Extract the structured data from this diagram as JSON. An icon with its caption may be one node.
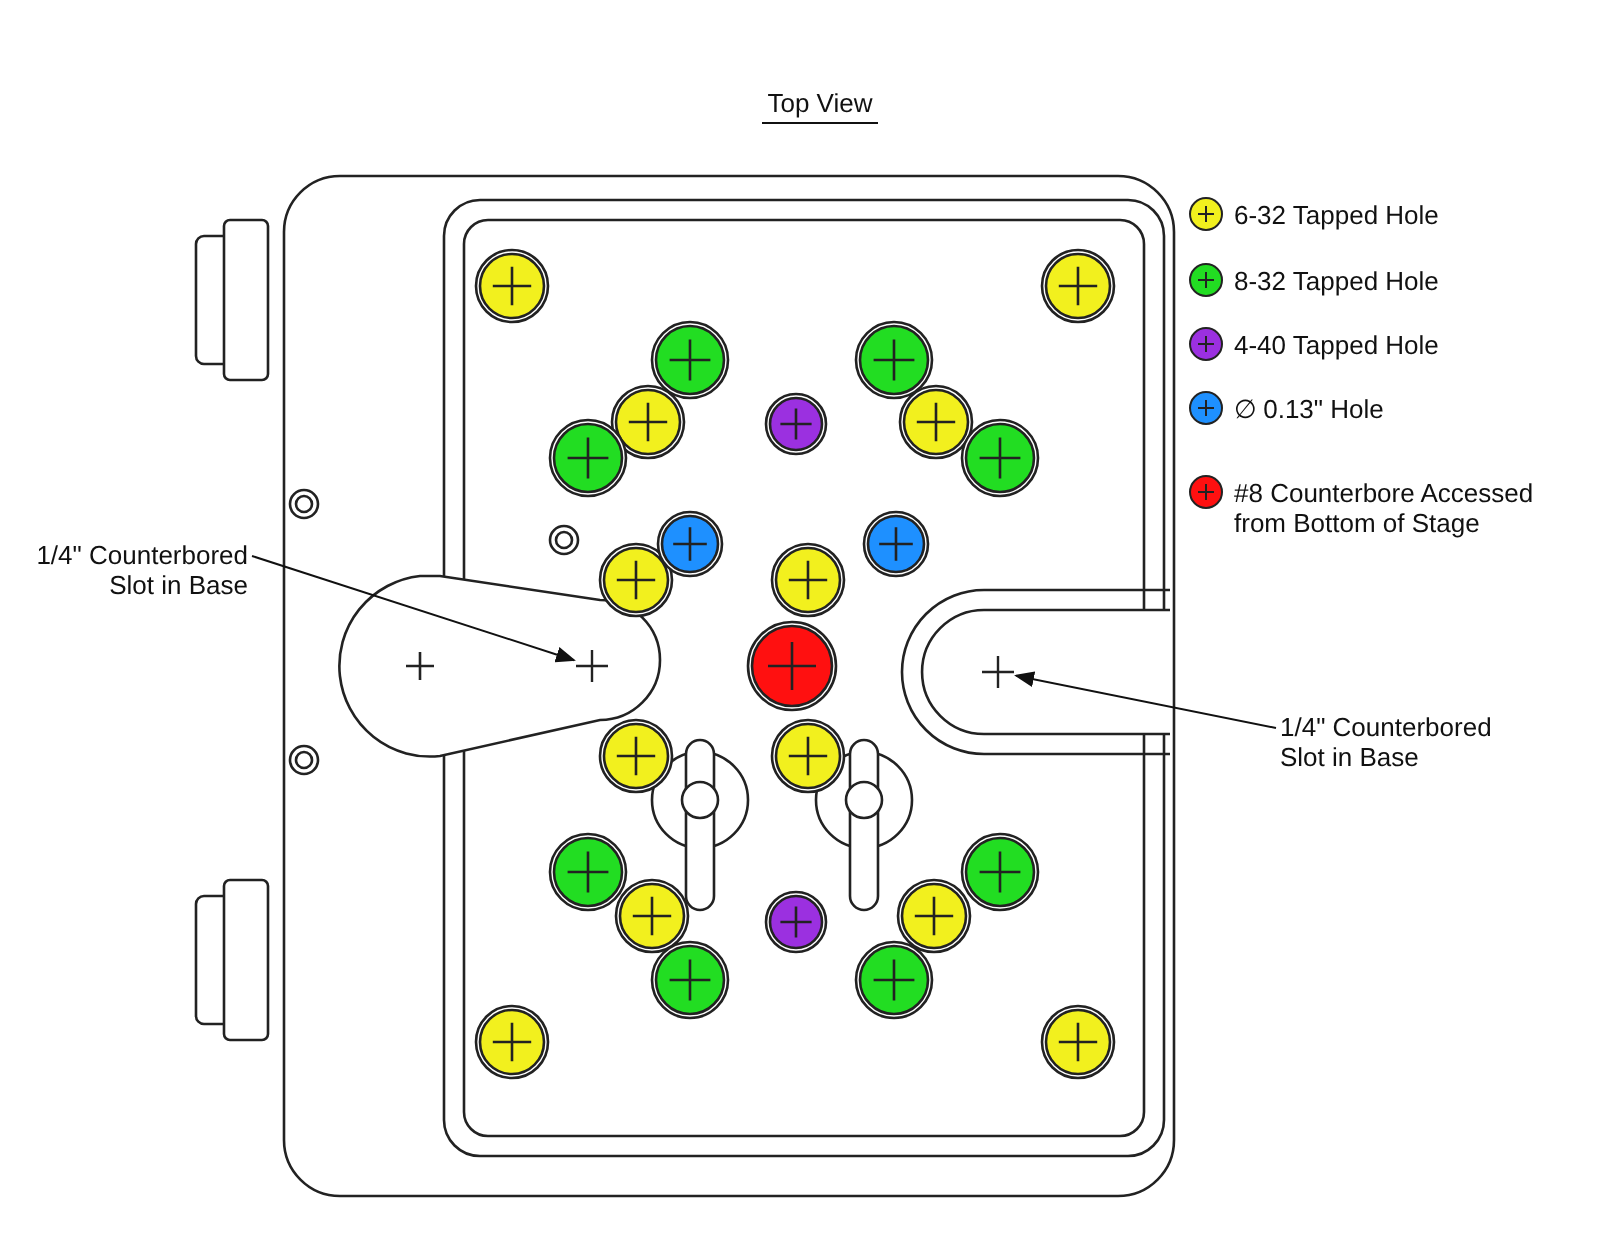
{
  "diagram": {
    "title": "Top View",
    "nodes": [
      {
        "text": [
          "1/4\" Counterbored Slot in Base"
        ]
      },
      {
        "text": [],
        "shape": "picture"
      },
      {
        "text": [
          "1/4\" Counterbored Slot in Base"
        ]
      },
      {
        "text": [],
        "shape": "picture"
      }
    ],
    "edges": [
      {
        "from": 0,
        "to": 1,
        "arrow": "to"
      },
      {
        "from": 2,
        "to": 3,
        "arrow": "to"
      }
    ],
    "legend": [
      {
        "text": "6-32 Tapped Hole",
        "color": "#f2f01e"
      },
      {
        "text": "8-32 Tapped Hole",
        "color": "#22dd22"
      },
      {
        "text": "4-40 Tapped Hole",
        "color": "#9b30e0"
      },
      {
        "text": "∅ 0.13\" Hole",
        "color": "#1e90ff"
      },
      {
        "text": "#8 Counterbore Accessed from Bottom of Stage",
        "color": "#ff1010"
      }
    ]
  }
}
